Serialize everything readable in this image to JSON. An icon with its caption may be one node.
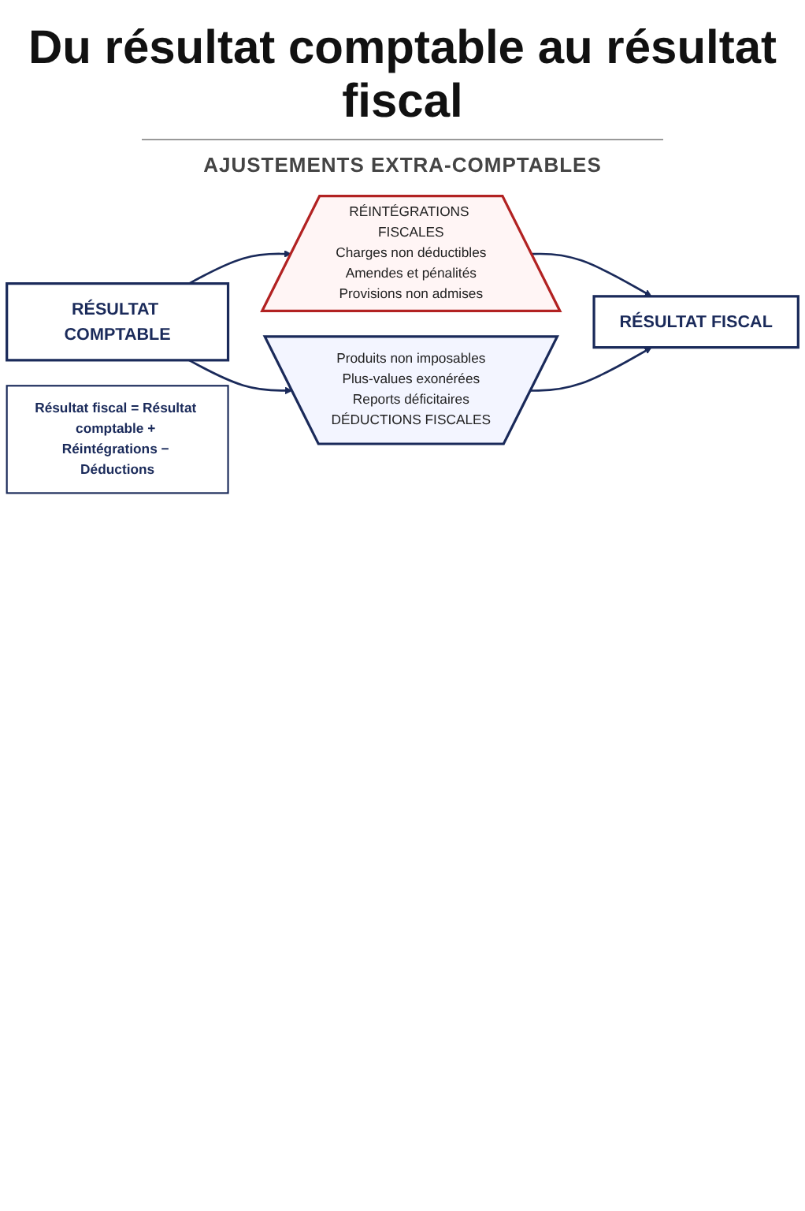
{
  "diagram": {
    "title": "Du résultat comptable au résultat fiscal",
    "nodes": [
      {
        "text": [
          "RÉSULTAT COMPTABLE"
        ]
      },
      {
        "text": [
          "RÉINTÉGRATIONS FISCALES",
          "Charges non déductibles",
          "Amendes et pénalités",
          "Provisions non admises"
        ]
      },
      {
        "text": [
          "Produits non imposables",
          "Plus-values exonérées",
          "Reports déficitaires",
          "DÉDUCTIONS FISCALES"
        ]
      },
      {
        "text": [
          "RÉSULTAT FISCAL"
        ]
      },
      {
        "text": [
          "Résultat fiscal = Résultat comptable + Réintégrations − Déductions"
        ]
      }
    ],
    "edges": [
      {
        "from": 0,
        "to": 1,
        "arrow": "to"
      },
      {
        "from": 0,
        "to": 2,
        "arrow": "to"
      },
      {
        "from": 1,
        "to": 3,
        "arrow": "to"
      },
      {
        "from": 2,
        "to": 3,
        "arrow": "to"
      }
    ],
    "labels": [
      "AJUSTEMENTS EXTRA-COMPTABLES"
    ]
  }
}
